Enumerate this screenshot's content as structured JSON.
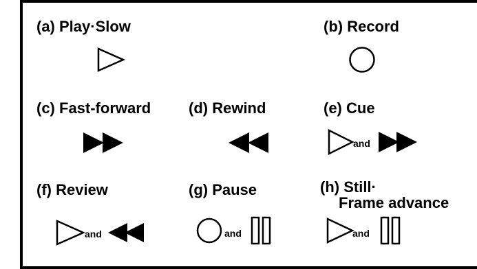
{
  "panel": {
    "items": [
      {
        "id": "a",
        "label": "(a) Play·Slow"
      },
      {
        "id": "b",
        "label": "(b) Record"
      },
      {
        "id": "c",
        "label": "(c) Fast-forward"
      },
      {
        "id": "d",
        "label": "(d) Rewind"
      },
      {
        "id": "e",
        "label": "(e) Cue",
        "connector": "and"
      },
      {
        "id": "f",
        "label": "(f) Review",
        "connector": "and"
      },
      {
        "id": "g",
        "label": "(g) Pause",
        "connector": "and"
      },
      {
        "id": "h",
        "label_line1": "(h) Still·",
        "label_line2": "Frame advance",
        "connector": "and"
      }
    ]
  },
  "colors": {
    "ink": "#000000",
    "background": "#ffffff"
  },
  "icons": [
    "play-icon",
    "record-icon",
    "fast-forward-icon",
    "rewind-icon",
    "pause-icon"
  ]
}
